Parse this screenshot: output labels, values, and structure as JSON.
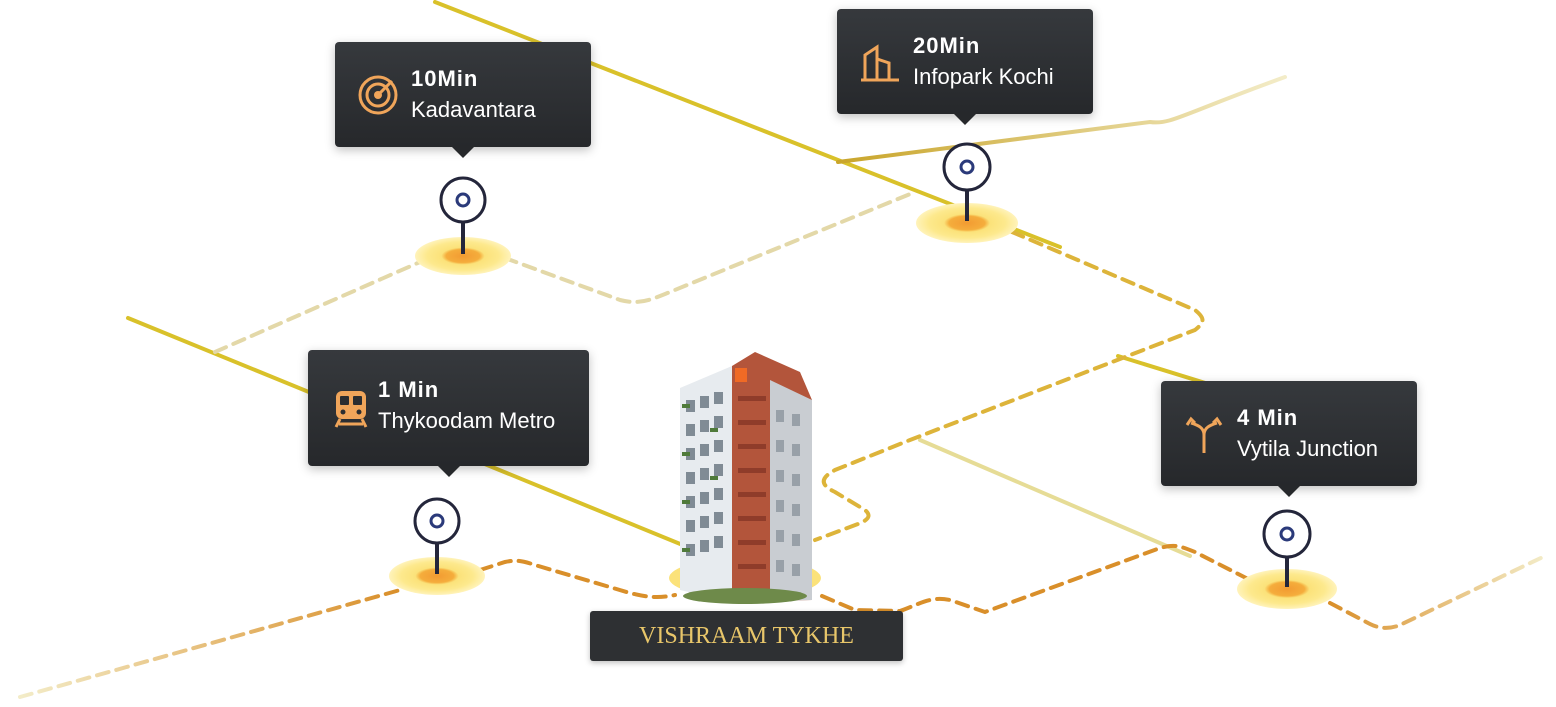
{
  "map": {
    "colors": {
      "road_yellow": "#d9c12a",
      "route_orange": "#d98f2a",
      "route_faded": "#e3d8a8",
      "pin_outline": "#24263b",
      "halo": "#fbe27a",
      "halo_core": "#f4a63a",
      "callout_bg": "#2b2d30",
      "icon_accent": "#f0a55a",
      "brand_gold": "#e8c66a"
    },
    "destinations": [
      {
        "id": "kadavantara",
        "time": "10Min",
        "place": "Kadavantara",
        "icon": "target-icon"
      },
      {
        "id": "infopark",
        "time": "20Min",
        "place": "Infopark Kochi",
        "icon": "building-icon"
      },
      {
        "id": "metro",
        "time": "1 Min",
        "place": "Thykoodam Metro",
        "icon": "metro-train-icon"
      },
      {
        "id": "vytila",
        "time": "4 Min",
        "place": "Vytila Junction",
        "icon": "road-fork-icon"
      }
    ],
    "project": {
      "name": "VISHRAAM TYKHE",
      "image": "tower-building-illustration"
    }
  }
}
